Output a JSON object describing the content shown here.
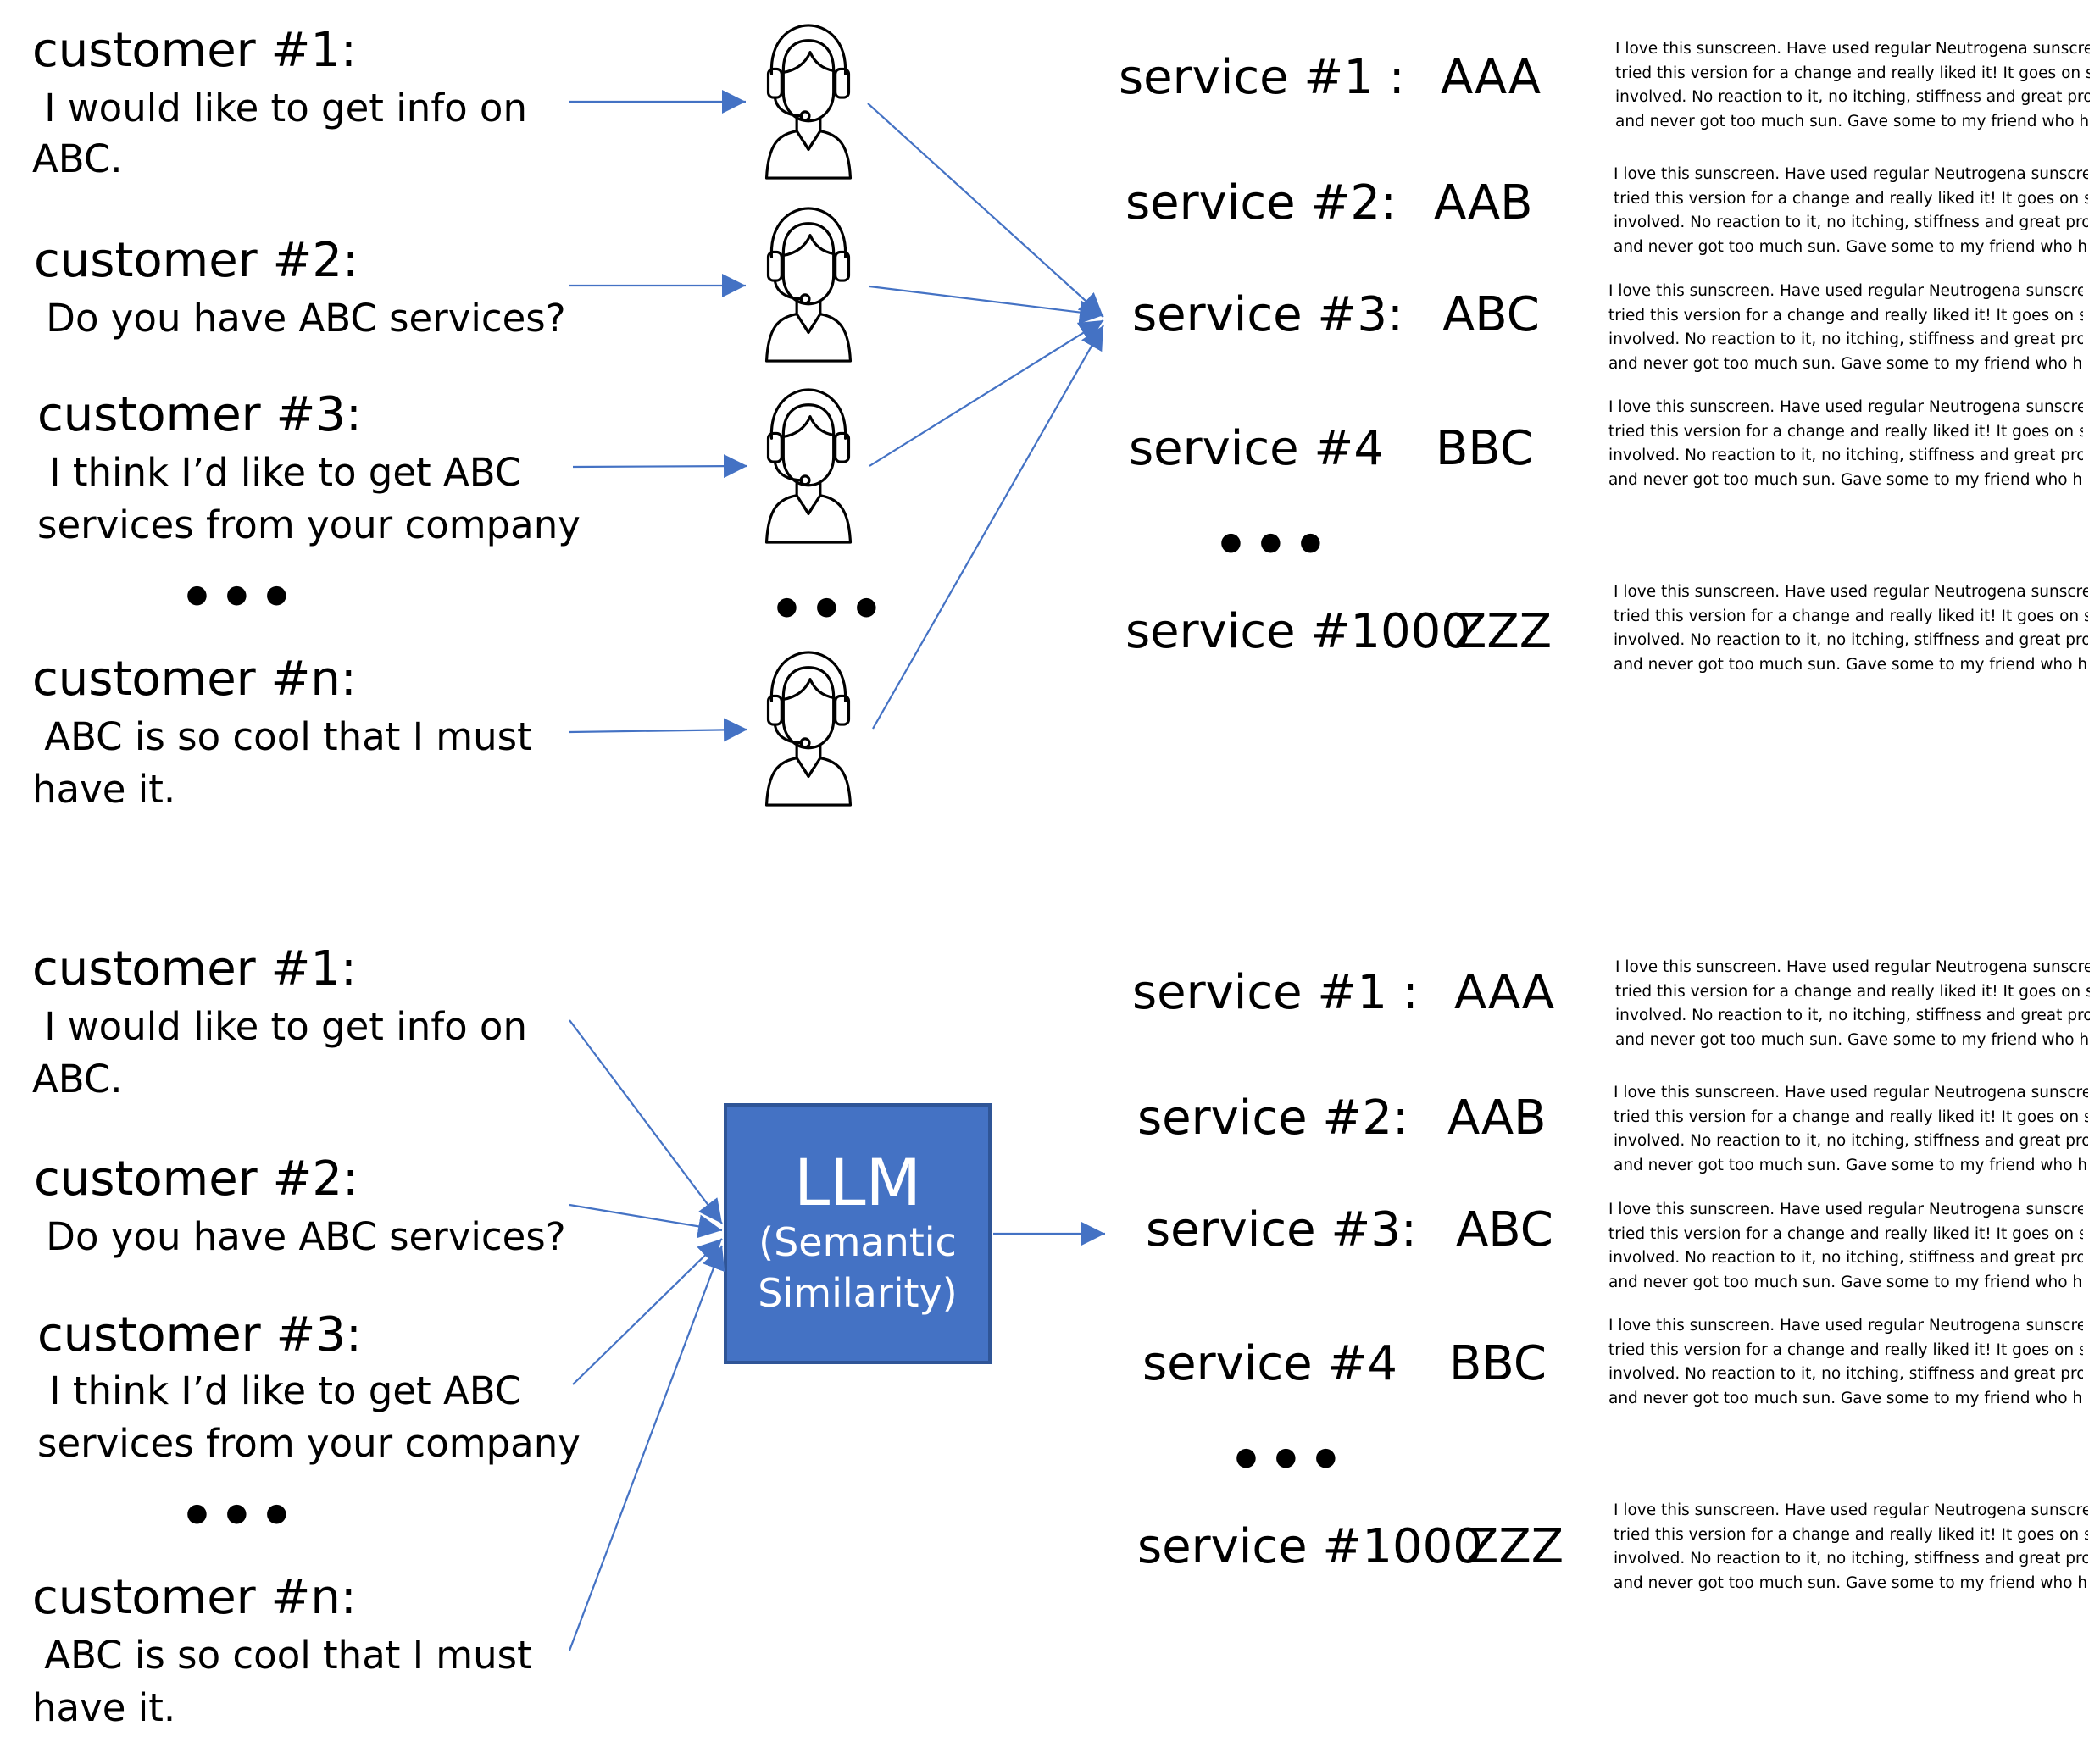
{
  "colors": {
    "arrow": "#4472C4",
    "llm_fill": "#4472C4",
    "llm_border": "#2F5597",
    "llm_text": "#FFFFFF"
  },
  "top_panel": {
    "customers": [
      {
        "title": "customer #1:",
        "lines": [
          " I would like to get info on",
          "ABC."
        ]
      },
      {
        "title": "customer #2:",
        "lines": [
          " Do you have ABC services?"
        ]
      },
      {
        "title": "customer #3:",
        "lines": [
          " I think I’d like to get ABC",
          "services from your company"
        ]
      },
      {
        "title": "customer #n:",
        "lines": [
          " ABC is so cool that I must",
          "have it."
        ]
      }
    ],
    "ellipsis": "•••",
    "agent_ellipsis": "•••",
    "agent_icon": "call-center-agent-headset-icon",
    "services": [
      {
        "name": "service #1 :",
        "code": "AAA"
      },
      {
        "name": "service #2:",
        "code": "AAB"
      },
      {
        "name": "service #3:",
        "code": "ABC"
      },
      {
        "name": "service #4",
        "code": "BBC"
      },
      {
        "name": "service #1000",
        "code": "ZZZ"
      }
    ],
    "services_ellipsis": "•••"
  },
  "bottom_panel": {
    "customers": [
      {
        "title": "customer #1:",
        "lines": [
          " I would like to get info on",
          "ABC."
        ]
      },
      {
        "title": "customer #2:",
        "lines": [
          " Do you have ABC services?"
        ]
      },
      {
        "title": "customer #3:",
        "lines": [
          " I think I’d like to get ABC",
          "services from your company"
        ]
      },
      {
        "title": "customer #n:",
        "lines": [
          " ABC is so cool that I must",
          "have it."
        ]
      }
    ],
    "ellipsis": "•••",
    "llm": {
      "title": "LLM",
      "subtitle_line1": "(Semantic",
      "subtitle_line2": "Similarity)"
    },
    "services": [
      {
        "name": "service #1 :",
        "code": "AAA"
      },
      {
        "name": "service #2:",
        "code": "AAB"
      },
      {
        "name": "service #3:",
        "code": "ABC"
      },
      {
        "name": "service #4",
        "code": "BBC"
      },
      {
        "name": "service #1000",
        "code": "ZZZ"
      }
    ],
    "services_ellipsis": "•••"
  },
  "review_text": [
    "I love this sunscreen. Have used regular Neutrogena sunscreen and",
    "tried this version for a change and really liked it! It goes on so smooth,",
    "involved. No reaction to it, no itching, stiffness and great protection",
    "and never got too much sun. Gave some to my friend who has very"
  ]
}
